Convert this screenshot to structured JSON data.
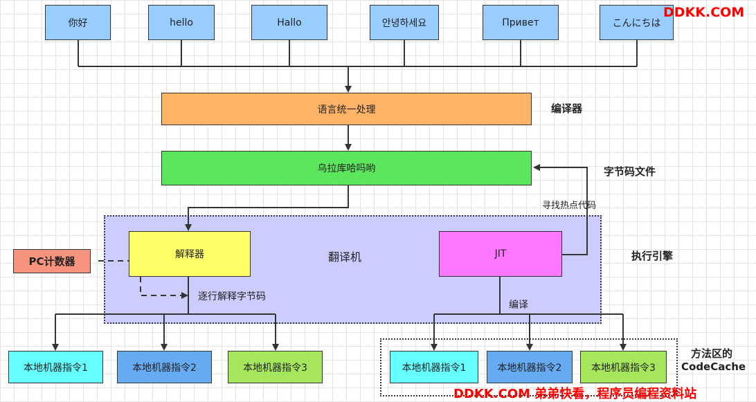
{
  "watermark_top": "DDKK.COM",
  "watermark_bottom": "DDKK.COM 弟弟快看，程序员编程资料站",
  "languages": [
    "你好",
    "hello",
    "Hallo",
    "안녕하세요",
    "Привет",
    "こんにちは"
  ],
  "compiler_box": "语言统一处理",
  "compiler_label": "编译器",
  "bytecode_box": "乌拉库哈吗哟",
  "bytecode_label": "字节码文件",
  "hotspot_label": "寻找热点代码",
  "translator_label": "翻译机",
  "exec_engine_label": "执行引擎",
  "interpreter_box": "解释器",
  "jit_box": "JIT",
  "pc_counter_box": "PC计数器",
  "line_by_line_label": "逐行解释字节码",
  "compile_label": "编译",
  "machine_instructions": [
    "本地机器指令1",
    "本地机器指令2",
    "本地机器指令3"
  ],
  "codecache_label_line1": "方法区的",
  "codecache_label_line2": "CodeCache",
  "colors": {
    "language": "#99ccff",
    "compiler": "#ffb366",
    "bytecode": "#5ce65c",
    "engine_bg": "#ccccff",
    "interpreter": "#ffff66",
    "jit": "#ff77ff",
    "pc_counter": "#f8947e",
    "instr1": "#66ffff",
    "instr2": "#66aaf2",
    "instr3": "#a6e65c"
  }
}
